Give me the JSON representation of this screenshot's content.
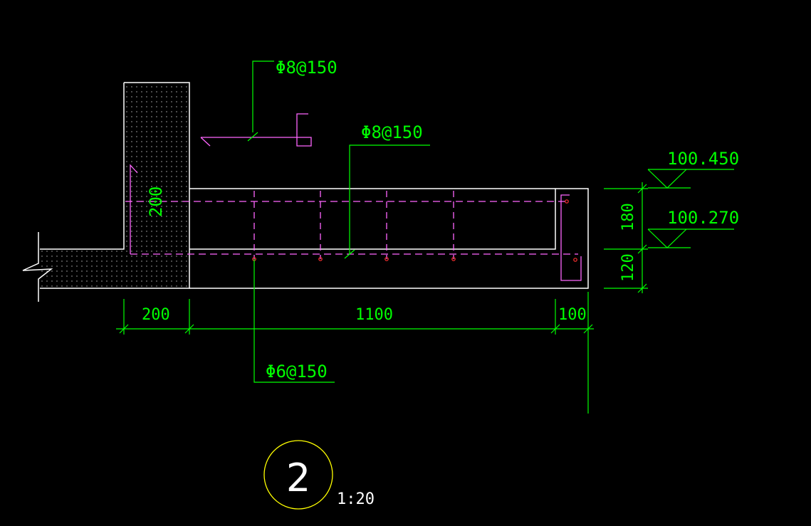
{
  "colors": {
    "background": "#000000",
    "outline": "#ffffff",
    "dimension": "#00ff00",
    "rebar": "#ff66ff",
    "rebar_dot": "#ff3030",
    "section_circle": "#ffff00",
    "fill_dots": "#bbbbbb"
  },
  "labels": {
    "rebar_top": "Φ8@150",
    "rebar_mid": "Φ8@150",
    "rebar_bottom": "Φ6@150",
    "wall_height": "200"
  },
  "dimensions": {
    "wall_width": "200",
    "slab_length": "1100",
    "slab_tip": "100",
    "upper_thickness": "180",
    "lower_thickness": "120"
  },
  "elevations": {
    "top": "100.450",
    "bottom": "100.270"
  },
  "section": {
    "number": "2",
    "scale": "1:20"
  }
}
